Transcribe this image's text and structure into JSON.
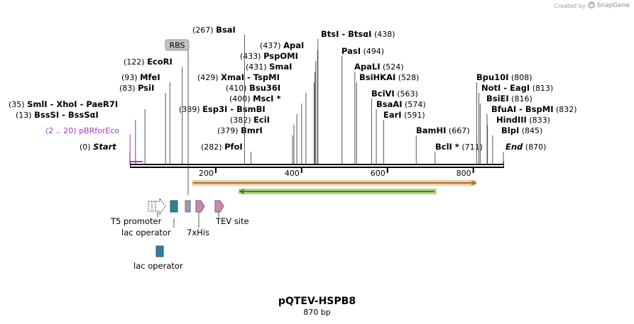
{
  "credit": {
    "prefix": "Created by",
    "brand": "SnapGene"
  },
  "plasmid": {
    "name": "pQTEV-HSPB8",
    "length_label": "870 bp",
    "length": 870
  },
  "axis": {
    "ticks": [
      200,
      400,
      600,
      800
    ]
  },
  "sites": [
    {
      "name": "Start",
      "pos": 0,
      "pos_label": "(0)",
      "italic": true
    },
    {
      "name": "PfoI",
      "pos": 282,
      "pos_label": "(282)"
    },
    {
      "name": "BmrI",
      "pos": 379,
      "pos_label": "(379)"
    },
    {
      "name": "EciI",
      "pos": 382,
      "pos_label": "(382)"
    },
    {
      "name": "Esp3I  -  BsmBI",
      "pos": 389,
      "pos_label": "(389)"
    },
    {
      "name": "MscI *",
      "pos": 400,
      "pos_label": "(400)"
    },
    {
      "name": "Bsu36I",
      "pos": 410,
      "pos_label": "(410)"
    },
    {
      "name": "XmaI  -  TspMI",
      "pos": 429,
      "pos_label": "(429)"
    },
    {
      "name": "SmaI",
      "pos": 431,
      "pos_label": "(431)"
    },
    {
      "name": "PspOMI",
      "pos": 433,
      "pos_label": "(433)"
    },
    {
      "name": "ApaI",
      "pos": 437,
      "pos_label": "(437)"
    },
    {
      "name": "BsaI",
      "pos": 267,
      "pos_label": "(267)"
    },
    {
      "name": "EcoRI",
      "pos": 122,
      "pos_label": "(122)"
    },
    {
      "name": "MfeI",
      "pos": 93,
      "pos_label": "(93)"
    },
    {
      "name": "PsiI",
      "pos": 83,
      "pos_label": "(83)"
    },
    {
      "name": "SmlI  -  XhoI  -  PaeR7I",
      "pos": 35,
      "pos_label": "(35)"
    },
    {
      "name": "BssSI  -  BssSαI",
      "pos": 13,
      "pos_label": "(13)"
    },
    {
      "name": "BtsI  -  BtsαI",
      "pos": 438,
      "pos_label": "(438)"
    },
    {
      "name": "PasI",
      "pos": 494,
      "pos_label": "(494)"
    },
    {
      "name": "ApaLI",
      "pos": 524,
      "pos_label": "(524)"
    },
    {
      "name": "BsiHKAI",
      "pos": 528,
      "pos_label": "(528)"
    },
    {
      "name": "BciVI",
      "pos": 563,
      "pos_label": "(563)"
    },
    {
      "name": "BsaAI",
      "pos": 574,
      "pos_label": "(574)"
    },
    {
      "name": "EarI",
      "pos": 591,
      "pos_label": "(591)"
    },
    {
      "name": "BamHI",
      "pos": 667,
      "pos_label": "(667)"
    },
    {
      "name": "BclI *",
      "pos": 711,
      "pos_label": "(711)"
    },
    {
      "name": "Bpu10I",
      "pos": 808,
      "pos_label": "(808)"
    },
    {
      "name": "NotI  -  EagI",
      "pos": 813,
      "pos_label": "(813)"
    },
    {
      "name": "BsiEI",
      "pos": 816,
      "pos_label": "(816)"
    },
    {
      "name": "BfuAI  -  BspMI",
      "pos": 832,
      "pos_label": "(832)"
    },
    {
      "name": "HindIII",
      "pos": 833,
      "pos_label": "(833)"
    },
    {
      "name": "BlpI",
      "pos": 845,
      "pos_label": "(845)"
    },
    {
      "name": "End",
      "pos": 870,
      "pos_label": "(870)",
      "italic": true
    }
  ],
  "primer": {
    "name": "pBRforEco",
    "range_label": "(2 .. 20)",
    "start": 2,
    "end": 20,
    "color": "#a23bbf"
  },
  "rbs": {
    "label": "RBS"
  },
  "features": [
    {
      "name": "T5 promoter",
      "shape": "promoter-arrow",
      "color": "#ffffff"
    },
    {
      "name": "lac operator",
      "shape": "box",
      "color": "#2e8199"
    },
    {
      "name": "RBS",
      "shape": "box",
      "color": "#9aa0a8"
    },
    {
      "name": "7xHis",
      "shape": "arrow",
      "color": "#c589ae"
    },
    {
      "name": "TEV site",
      "shape": "arrow",
      "color": "#c589ae"
    },
    {
      "name": "lac operator",
      "shape": "box",
      "color": "#2e8199"
    }
  ],
  "orf_colors": {
    "outer": "#e8a455",
    "inner": "#8dc63f"
  },
  "colors": {
    "backbone": "#000000",
    "site_line": "#555555",
    "primer": "#a23bbf"
  }
}
